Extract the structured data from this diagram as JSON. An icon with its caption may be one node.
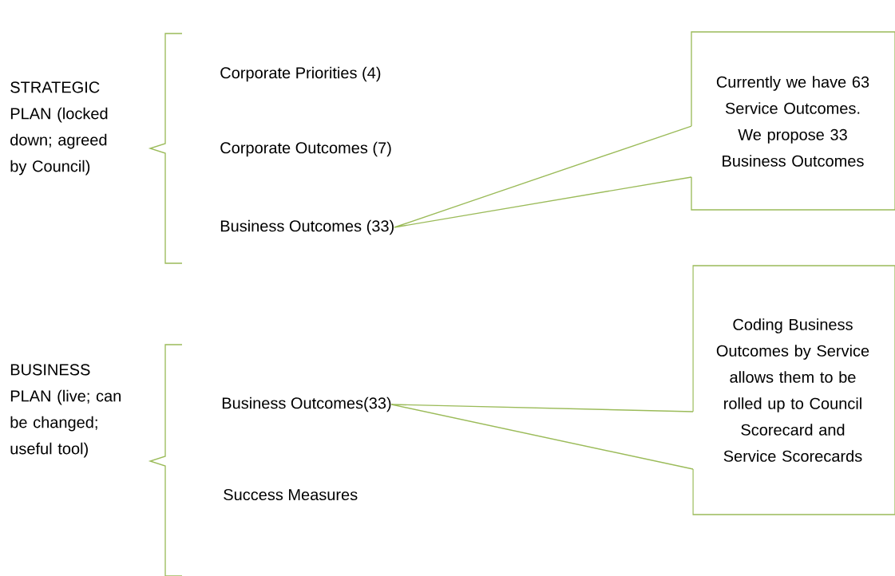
{
  "diagram": {
    "nodes": [
      {
        "text": [
          "STRATEGIC PLAN (locked down; agreed by Council)"
        ]
      },
      {
        "text": [
          "Corporate Priorities (4)"
        ]
      },
      {
        "text": [
          "Corporate Outcomes (7)"
        ]
      },
      {
        "text": [
          "Business Outcomes (33)"
        ]
      },
      {
        "text": [
          "BUSINESS PLAN (live; can be changed; useful tool)"
        ]
      },
      {
        "text": [
          "Business Outcomes(33)"
        ]
      },
      {
        "text": [
          "Success Measures"
        ]
      },
      {
        "text": [
          "Currently we have 63 Service Outcomes. We propose 33 Business Outcomes"
        ]
      },
      {
        "text": [
          "Coding Business Outcomes by Service allows them to be rolled up to Council Scorecard and Service Scorecards"
        ]
      }
    ],
    "edges": [
      {
        "from": 7,
        "to": 3,
        "arrow": "none"
      },
      {
        "from": 8,
        "to": 5,
        "arrow": "none"
      }
    ]
  }
}
